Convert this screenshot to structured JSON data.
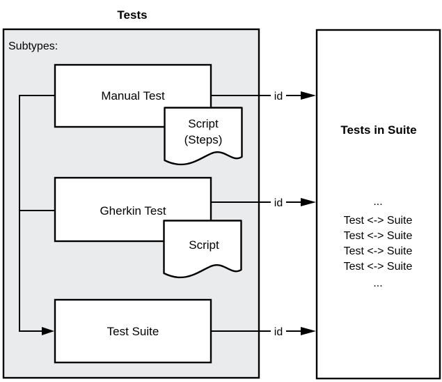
{
  "diagram": {
    "title": "Tests",
    "container": {
      "label": "Subtypes:"
    },
    "nodes": {
      "manual_test": {
        "label": "Manual Test"
      },
      "manual_script": {
        "lines": [
          "Script",
          "(Steps)"
        ]
      },
      "gherkin_test": {
        "label": "Gherkin Test"
      },
      "gherkin_script": {
        "label": "Script"
      },
      "test_suite": {
        "label": "Test Suite"
      }
    },
    "edges": {
      "id_label": "id"
    },
    "suite_box": {
      "title": "Tests in Suite",
      "rows": [
        "...",
        "Test <-> Suite",
        "Test <-> Suite",
        "Test <-> Suite",
        "Test <-> Suite",
        "..."
      ]
    },
    "colors": {
      "container_fill": "#eaebed",
      "node_fill": "#ffffff",
      "stroke": "#000000"
    }
  }
}
